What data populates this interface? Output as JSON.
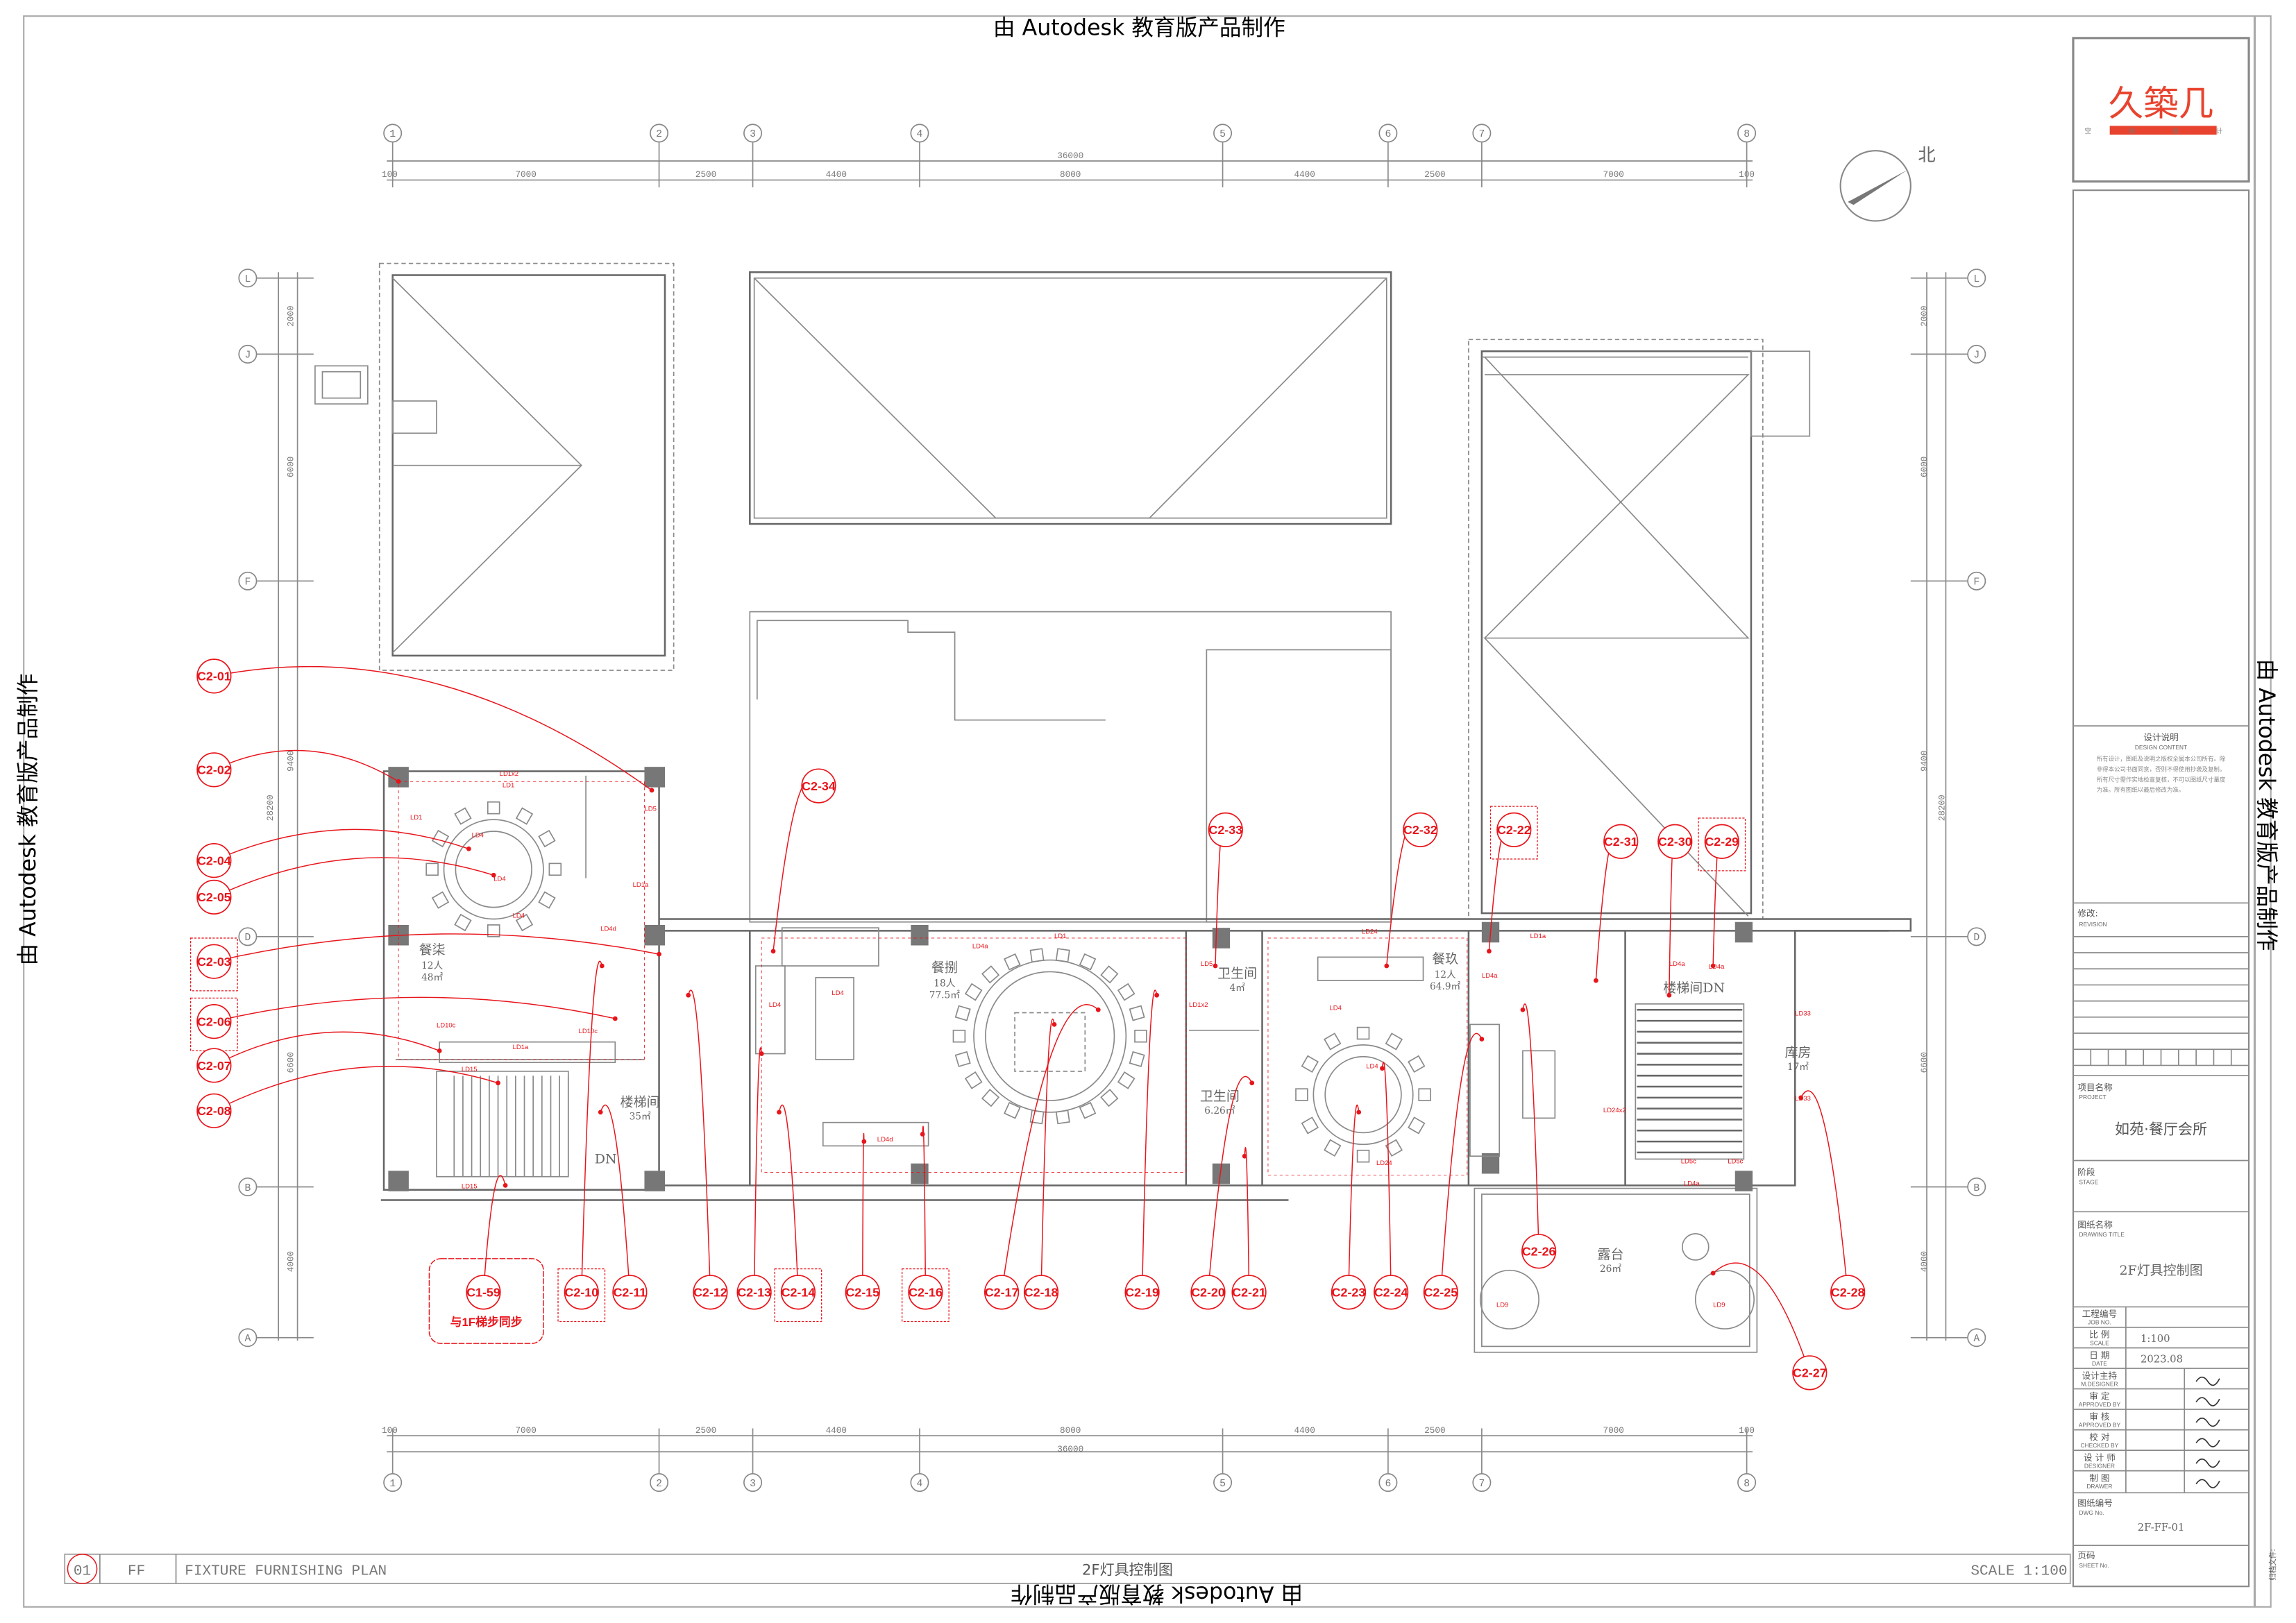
{
  "watermark": "由 Autodesk 教育版产品制作",
  "logo": {
    "name": "久築几",
    "subtitle": "空 间 设 计",
    "color": "#e8432e"
  },
  "north_label": "北",
  "grid_columns": [
    "1",
    "2",
    "3",
    "4",
    "5",
    "6",
    "7",
    "8"
  ],
  "grid_rows": [
    "L",
    "J",
    "F",
    "D",
    "B",
    "A"
  ],
  "dimensions_horizontal": {
    "total": "36000",
    "edge": "100",
    "spans": [
      "7000",
      "2500",
      "4400",
      "8000",
      "4400",
      "2500",
      "7000"
    ]
  },
  "dimensions_vertical": {
    "total": "28200",
    "spans": [
      "2000",
      "6000",
      "9400",
      "6600",
      "4000"
    ]
  },
  "rooms": [
    {
      "name": "餐柒",
      "people": "12人",
      "area": "48㎡"
    },
    {
      "name": "楼梯间",
      "people": "",
      "area": "35㎡"
    },
    {
      "name": "餐捌",
      "people": "18人",
      "area": "77.5㎡"
    },
    {
      "name": "卫生间",
      "people": "",
      "area": "4㎡"
    },
    {
      "name": "卫生间",
      "people": "",
      "area": "6.26㎡"
    },
    {
      "name": "餐玖",
      "people": "12人",
      "area": "64.9㎡"
    },
    {
      "name": "楼梯间DN",
      "people": "",
      "area": ""
    },
    {
      "name": "库房",
      "people": "",
      "area": "17㎡"
    },
    {
      "name": "露台",
      "people": "",
      "area": "26㎡"
    }
  ],
  "stair_dn_label": "DN",
  "circuit_tags": [
    "C2-01",
    "C2-02",
    "C2-04",
    "C2-05",
    "C2-03",
    "C2-06",
    "C2-07",
    "C2-08",
    "C1-59",
    "C2-10",
    "C2-11",
    "C2-12",
    "C2-13",
    "C2-14",
    "C2-15",
    "C2-16",
    "C2-17",
    "C2-18",
    "C2-19",
    "C2-20",
    "C2-21",
    "C2-23",
    "C2-24",
    "C2-25",
    "C2-26",
    "C2-28",
    "C2-27",
    "C2-34",
    "C2-33",
    "C2-32",
    "C2-22",
    "C2-31",
    "C2-30",
    "C2-29"
  ],
  "sync_note": "与1F梯步同步",
  "fixture_labels": [
    "LD1x2",
    "LD1",
    "LD1",
    "LD4",
    "LD4",
    "LD4",
    "LD5",
    "LD1a",
    "LD4d",
    "LD10c",
    "LD10c",
    "LD1a",
    "LD15",
    "LD15",
    "LD1",
    "LD4a",
    "LD4",
    "LD4",
    "LD4d",
    "LD4a",
    "LD5",
    "LD1x2",
    "LD24",
    "LD4",
    "LD4",
    "LD24",
    "LD1a",
    "LD4a",
    "LD4a",
    "LD4a",
    "LD33",
    "LD33",
    "LD5c",
    "LD5c",
    "LD24x2",
    "LD9",
    "LD9"
  ],
  "design_notes": {
    "title": "设计说明",
    "title_en": "DESIGN CONTENT",
    "text": "所有设计，图纸及说明之版权全属本公司所有。除非得本公司书面同意，否则不得使用抄袭及复制。所有尺寸需作实地检查复核，不可以图纸尺寸量度为准。所有图纸以最后修改为准。"
  },
  "revision": {
    "label": "修改:",
    "label_en": "REVISION"
  },
  "project": {
    "label": "项目名称",
    "label_en": "PROJECT",
    "value": "如苑·餐厅会所"
  },
  "stage": {
    "label": "阶段",
    "label_en": "STAGE"
  },
  "drawing_title": {
    "label": "图纸名称",
    "label_en": "DRAWING TITLE",
    "value": "2F灯具控制图"
  },
  "info_rows": [
    {
      "label": "工程编号",
      "label_en": "JOB NO.",
      "value": ""
    },
    {
      "label": "比 例",
      "label_en": "SCALE",
      "value": "1:100"
    },
    {
      "label": "日 期",
      "label_en": "DATE",
      "value": "2023.08"
    }
  ],
  "sign_rows": [
    {
      "label": "设计主持",
      "label_en": "M.DESIGNER"
    },
    {
      "label": "审 定",
      "label_en": "APPROVED BY"
    },
    {
      "label": "审 核",
      "label_en": "APPROVED BY"
    },
    {
      "label": "校 对",
      "label_en": "CHECKED BY"
    },
    {
      "label": "设 计 师",
      "label_en": "DESIGNER"
    },
    {
      "label": "制 图",
      "label_en": "DRAWER"
    }
  ],
  "dwg_no": {
    "label": "图纸编号",
    "label_en": "DWG No.",
    "value": "2F-FF-01"
  },
  "sheet_no": {
    "label": "页码",
    "label_en": "SHEET No."
  },
  "archive_label": "归档文件:",
  "footer": {
    "number": "01",
    "code": "FF",
    "title_en": "FIXTURE FURNISHING PLAN",
    "title_cn": "2F灯具控制图",
    "scale": "SCALE 1:100"
  },
  "colors": {
    "circuit": "#e8141b",
    "lines": "#8a8a8a"
  }
}
